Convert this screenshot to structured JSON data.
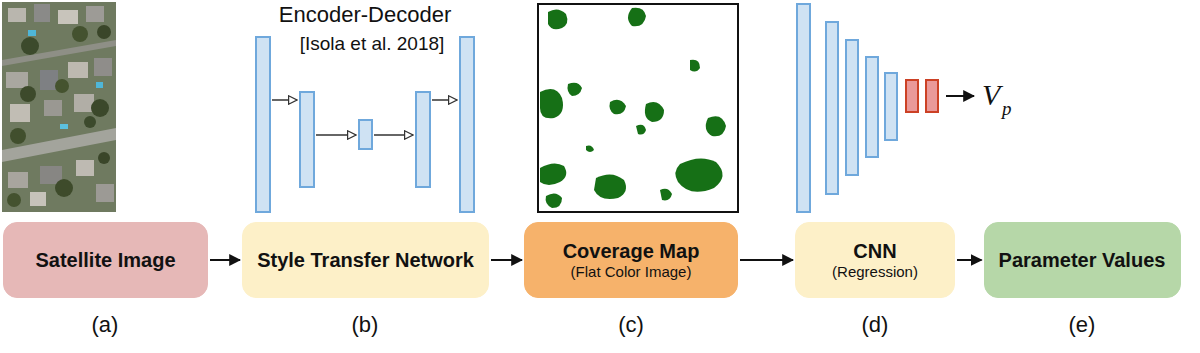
{
  "diagram": {
    "nodes": [
      {
        "text": [
          "Satellite Image"
        ]
      },
      {
        "text": [
          "Style Transfer Network"
        ]
      },
      {
        "text": [
          "Coverage Map",
          "(Flat Color Image)"
        ]
      },
      {
        "text": [
          "CNN",
          "(Regression)"
        ]
      },
      {
        "text": [
          "Parameter Values"
        ]
      }
    ],
    "edges": [
      {
        "from": 0,
        "to": 1,
        "arrow": "to"
      },
      {
        "from": 1,
        "to": 2,
        "arrow": "to"
      },
      {
        "from": 2,
        "to": 3,
        "arrow": "to"
      },
      {
        "from": 3,
        "to": 4,
        "arrow": "to"
      }
    ],
    "labels": [
      "Encoder-Decoder",
      "[Isola et al. 2018]",
      "V",
      "p",
      "(a)",
      "(b)",
      "(c)",
      "(d)",
      "(e)"
    ]
  }
}
